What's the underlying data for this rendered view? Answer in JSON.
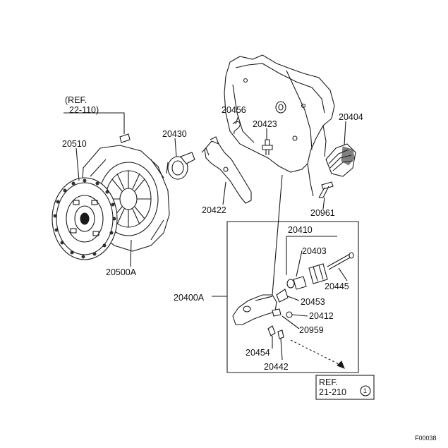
{
  "diagram": {
    "figure_code": "F00038",
    "references": [
      {
        "line1": "(REF.",
        "line2": "22-110)"
      },
      {
        "line1": "REF.",
        "line2": "21-210",
        "circled": "1"
      }
    ],
    "part_numbers": {
      "p20510": "20510",
      "p20500A": "20500A",
      "p20430": "20430",
      "p20456": "20456",
      "p20423": "20423",
      "p20404": "20404",
      "p20422": "20422",
      "p20961": "20961",
      "p20410": "20410",
      "p20403": "20403",
      "p20445": "20445",
      "p20400A": "20400A",
      "p20453": "20453",
      "p20412": "20412",
      "p20959": "20959",
      "p20454": "20454",
      "p20442": "20442"
    }
  }
}
